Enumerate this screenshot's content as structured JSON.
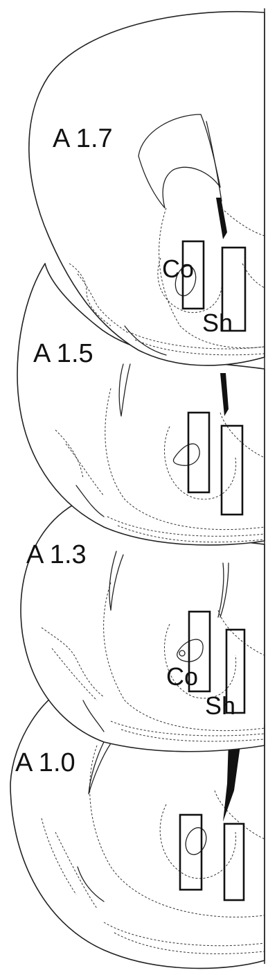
{
  "figure": {
    "sections": [
      {
        "id": "a17",
        "label": "A 1.7"
      },
      {
        "id": "a15",
        "label": "A 1.5"
      },
      {
        "id": "a13",
        "label": "A 1.3"
      },
      {
        "id": "a10",
        "label": "A 1.0"
      }
    ],
    "regions": {
      "core_label": "Co",
      "shell_label": "Sh"
    }
  }
}
